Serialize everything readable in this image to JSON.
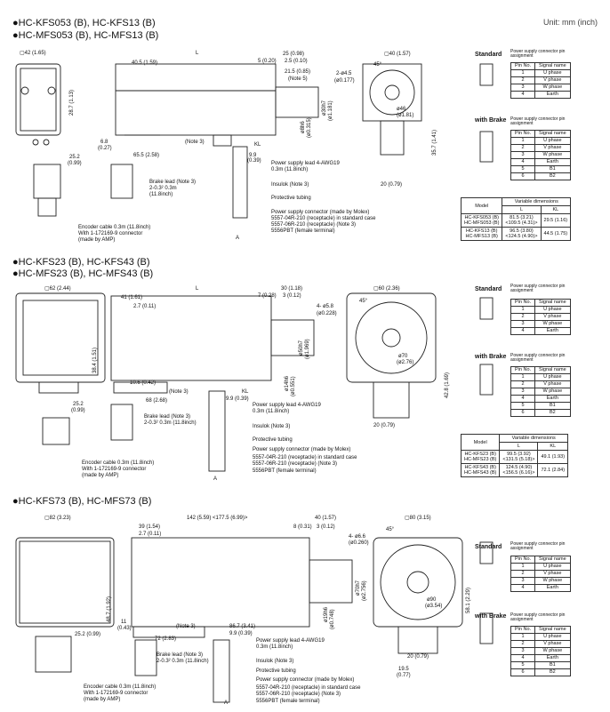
{
  "unit_label": "Unit: mm (inch)",
  "common": {
    "standard_label": "Standard",
    "with_brake_label": "with Brake",
    "power_supply_text": "Power supply connector pin assignment",
    "pin_header": "Pin No.",
    "signal_header": "Signal name",
    "standard_pins": [
      [
        "1",
        "U phase"
      ],
      [
        "2",
        "V phase"
      ],
      [
        "3",
        "W phase"
      ],
      [
        "4",
        "Earth"
      ]
    ],
    "brake_pins": [
      [
        "1",
        "U phase"
      ],
      [
        "2",
        "V phase"
      ],
      [
        "3",
        "W phase"
      ],
      [
        "4",
        "Earth"
      ],
      [
        "5",
        "B1"
      ],
      [
        "6",
        "B2"
      ]
    ],
    "conn_arrow": "A"
  },
  "sections": [
    {
      "title_line1": "●HC-KFS053 (B), HC-KFS13 (B)",
      "title_line2": "●HC-MFS053 (B), HC-MFS13 (B)",
      "dims": {
        "front_width": "▢42 (1.65)",
        "L": "L",
        "d1": "40.5 (1.59)",
        "d2": "25 (0.98)",
        "d3": "5 (0.20)",
        "d4": "2.5 (0.10)",
        "d5": "21.5 (0.85)",
        "note5": "(Note 5)",
        "hole": "2-ø4.5",
        "hole2": "(ø0.177)",
        "flange": "▢40 (1.57)",
        "h1": "28.7 (1.13)",
        "d6": "6.8",
        "d6b": "(0.27)",
        "d7": "65.5 (2.58)",
        "note3": "(Note 3)",
        "kl": "KL",
        "d8": "9.9",
        "d8b": "(0.39)",
        "d9": "25.2",
        "d9b": "(0.99)",
        "sh": "ø8h6",
        "sh2": "(ø0.315)",
        "pilot": "ø30h7",
        "pilot2": "(ø1.181)",
        "pcd": "ø46",
        "pcd2": "(ø1.81)",
        "ang": "45°",
        "d10": "35.7 (1.41)",
        "d11": "20 (0.79)"
      },
      "callouts": {
        "brake": "Brake lead (Note 3)",
        "brake2": "2-0.3² 0.3m",
        "brake3": "(11.8inch)",
        "power": "Power supply lead 4-AWG19",
        "power2": "0.3m (11.8inch)",
        "insulok": "Insulok (Note 3)",
        "tube": "Protective tubing",
        "conn": "Power supply connector (made by Molex)",
        "c1": "5557-04R-210 (receptacle) in standard case",
        "c2": "5557-06R-210 (receptacle) (Note 3)",
        "c3": "5556PBT (female terminal)",
        "enc": "Encoder cable 0.3m (11.8inch)",
        "enc2": "With 1-172169-9 connector",
        "enc3": "(made by AMP)"
      },
      "var_table": {
        "model_h": "Model",
        "var_h": "Variable dimensions",
        "l_h": "L",
        "kl_h": "KL",
        "rows": [
          {
            "m1": "HC-KFS053 (B)",
            "m2": "HC-MFS053 (B)",
            "l1": "81.5 (3.21)",
            "l2": "<109.5 (4.31)>",
            "kl": "29.5 (1.16)"
          },
          {
            "m1": "HC-KFS13 (B)",
            "m2": "HC-MFS13 (B)",
            "l1": "96.5 (3.80)",
            "l2": "<124.5 (4.90)>",
            "kl": "44.5 (1.75)"
          }
        ]
      }
    },
    {
      "title_line1": "●HC-KFS23 (B), HC-KFS43 (B)",
      "title_line2": "●HC-MFS23 (B), HC-MFS43 (B)",
      "dims": {
        "front_width": "▢62 (2.44)",
        "L": "L",
        "d1": "41 (1.61)",
        "d2": "30 (1.18)",
        "d3": "7 (0.28)",
        "d4": "3 (0.12)",
        "d5": "2.7 (0.11)",
        "hole": "4- ø5.8",
        "hole2": "(ø0.228)",
        "flange": "▢60 (2.36)",
        "h1": "38.4 (1.51)",
        "d6": "10.6 (0.42)",
        "d7": "68 (2.68)",
        "note3": "(Note 3)",
        "kl": "KL",
        "d8": "9.9 (0.39)",
        "d9": "25.2",
        "d9b": "(0.99)",
        "sh": "ø14h6",
        "sh2": "(ø0.551)",
        "pilot": "ø50h7",
        "pilot2": "(ø1.969)",
        "pcd": "ø70",
        "pcd2": "(ø2.76)",
        "ang": "45°",
        "d10": "42.8 (1.69)",
        "d11": "20 (0.79)"
      },
      "callouts": {
        "brake": "Brake lead (Note 3)",
        "brake2": "2-0.3² 0.3m (11.8inch)",
        "power": "Power supply lead 4-AWG19",
        "power2": "0.3m (11.8inch)",
        "insulok": "Insulok (Note 3)",
        "tube": "Protective tubing",
        "conn": "Power supply connector (made by Molex)",
        "c1": "5557-04R-210 (receptacle) in standard case",
        "c2": "5557-06R-210 (receptacle) (Note 3)",
        "c3": "5556PBT (female terminal)",
        "enc": "Encoder cable 0.3m (11.8inch)",
        "enc2": "With 1-172169-9 connector",
        "enc3": "(made by AMP)"
      },
      "var_table": {
        "model_h": "Model",
        "var_h": "Variable dimensions",
        "l_h": "L",
        "kl_h": "KL",
        "rows": [
          {
            "m1": "HC-KFS23 (B)",
            "m2": "HC-MFS23 (B)",
            "l1": "99.5 (3.92)",
            "l2": "<131.5 (5.18)>",
            "kl": "49.1 (1.93)"
          },
          {
            "m1": "HC-KFS43 (B)",
            "m2": "HC-MFS43 (B)",
            "l1": "124.5 (4.90)",
            "l2": "<156.5 (6.16)>",
            "kl": "72.1 (2.84)"
          }
        ]
      }
    },
    {
      "title_line1": "●HC-KFS73 (B), HC-MFS73 (B)",
      "dims": {
        "front_width": "▢82 (3.23)",
        "L": "142 (5.59) <177.5 (6.99)>",
        "d1": "39 (1.54)",
        "d2": "40 (1.57)",
        "d3": "8 (0.31)",
        "d4": "3 (0.12)",
        "d5": "2.7 (0.11)",
        "hole": "4- ø6.6",
        "hole2": "(ø0.260)",
        "flange": "▢80 (3.15)",
        "h1": "48.7 (1.92)",
        "d6": "11",
        "d6b": "(0.43)",
        "d7": "72 (2.83)",
        "note3": "(Note 3)",
        "kl": "86.7 (3.41)",
        "d8": "9.9 (0.39)",
        "d9": "25.2 (0.99)",
        "sh": "ø19h6",
        "sh2": "(ø0.748)",
        "pilot": "ø70h7",
        "pilot2": "(ø2.756)",
        "pcd": "ø90",
        "pcd2": "(ø3.54)",
        "ang": "45°",
        "d10": "58.1 (2.29)",
        "d11": "20 (0.79)",
        "d12": "19.5",
        "d12b": "(0.77)"
      },
      "callouts": {
        "brake": "Brake lead (Note 3)",
        "brake2": "2-0.3² 0.3m (11.8inch)",
        "power": "Power supply lead 4-AWG19",
        "power2": "0.3m (11.8inch)",
        "insulok": "Insulok (Note 3)",
        "tube": "Protective tubing",
        "conn": "Power supply connector (made by Molex)",
        "c1": "5557-04R-210 (receptacle) in standard case",
        "c2": "5557-06R-210 (receptacle) (Note 3)",
        "c3": "5556PBT (female terminal)",
        "enc": "Encoder cable 0.3m (11.8inch)",
        "enc2": "With 1-172169-9 connector",
        "enc3": "(made by AMP)"
      }
    }
  ]
}
